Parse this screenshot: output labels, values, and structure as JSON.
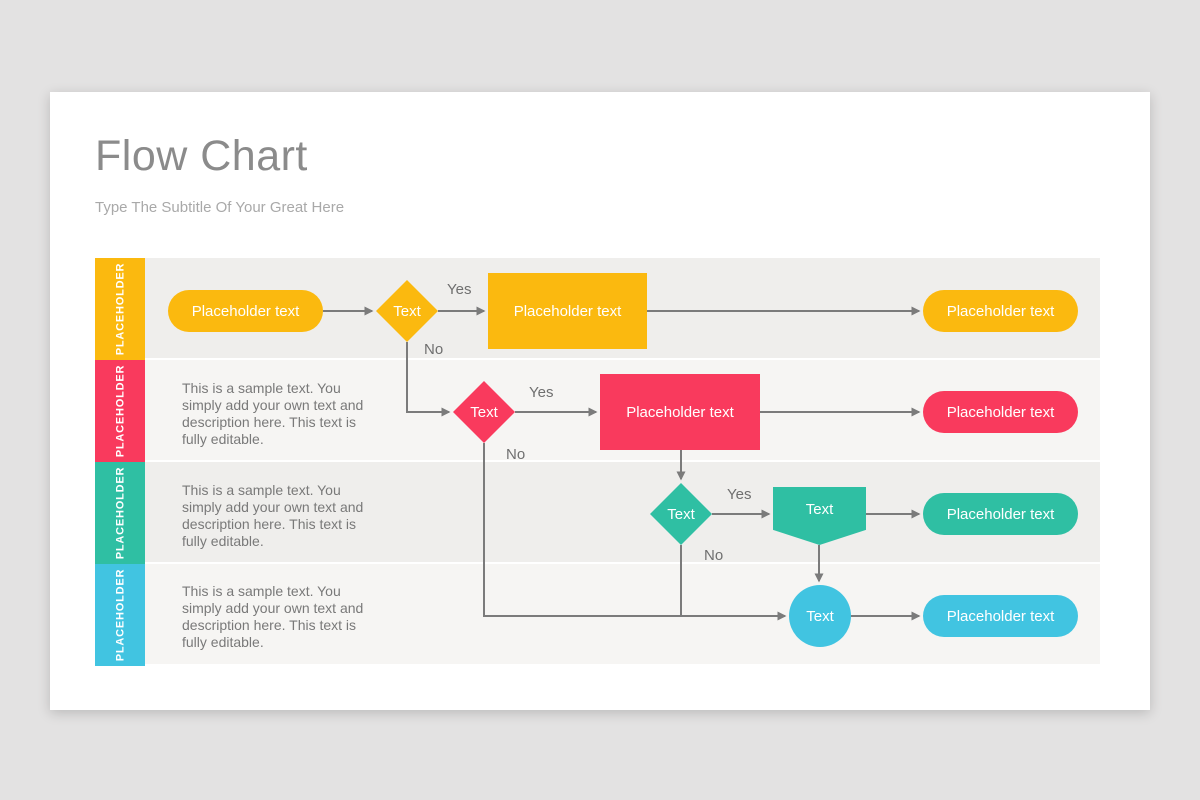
{
  "slide": {
    "title": "Flow Chart",
    "subtitle": "Type The Subtitle Of Your Great Here"
  },
  "colors": {
    "yellow": "#fbb90f",
    "pink": "#f93a5d",
    "teal": "#2fbfa3",
    "cyan": "#41c4e1",
    "line": "#7b7b7b"
  },
  "branch_labels": {
    "yes": "Yes",
    "no": "No"
  },
  "lanes": [
    {
      "tab": "PLACEHOLDER",
      "color": "#fbb90f",
      "nodes": {
        "start_pill": "Placeholder text",
        "decision": "Text",
        "process": "Placeholder text",
        "end_pill": "Placeholder text"
      }
    },
    {
      "tab": "PLACEHOLDER",
      "color": "#f93a5d",
      "description_lines": [
        "This is a sample text. You",
        "simply add your own text and",
        "description here. This text is",
        "fully editable."
      ],
      "nodes": {
        "decision": "Text",
        "process": "Placeholder text",
        "end_pill": "Placeholder text"
      }
    },
    {
      "tab": "PLACEHOLDER",
      "color": "#2fbfa3",
      "description_lines": [
        "This is a sample text. You",
        "simply add your own text and",
        "description here. This text is",
        "fully editable."
      ],
      "nodes": {
        "decision": "Text",
        "display": "Text",
        "end_pill": "Placeholder text"
      }
    },
    {
      "tab": "PLACEHOLDER",
      "color": "#41c4e1",
      "description_lines": [
        "This is a sample text. You",
        "simply add your own text and",
        "description here. This text is",
        "fully editable."
      ],
      "nodes": {
        "terminator": "Text",
        "end_pill": "Placeholder text"
      }
    }
  ]
}
